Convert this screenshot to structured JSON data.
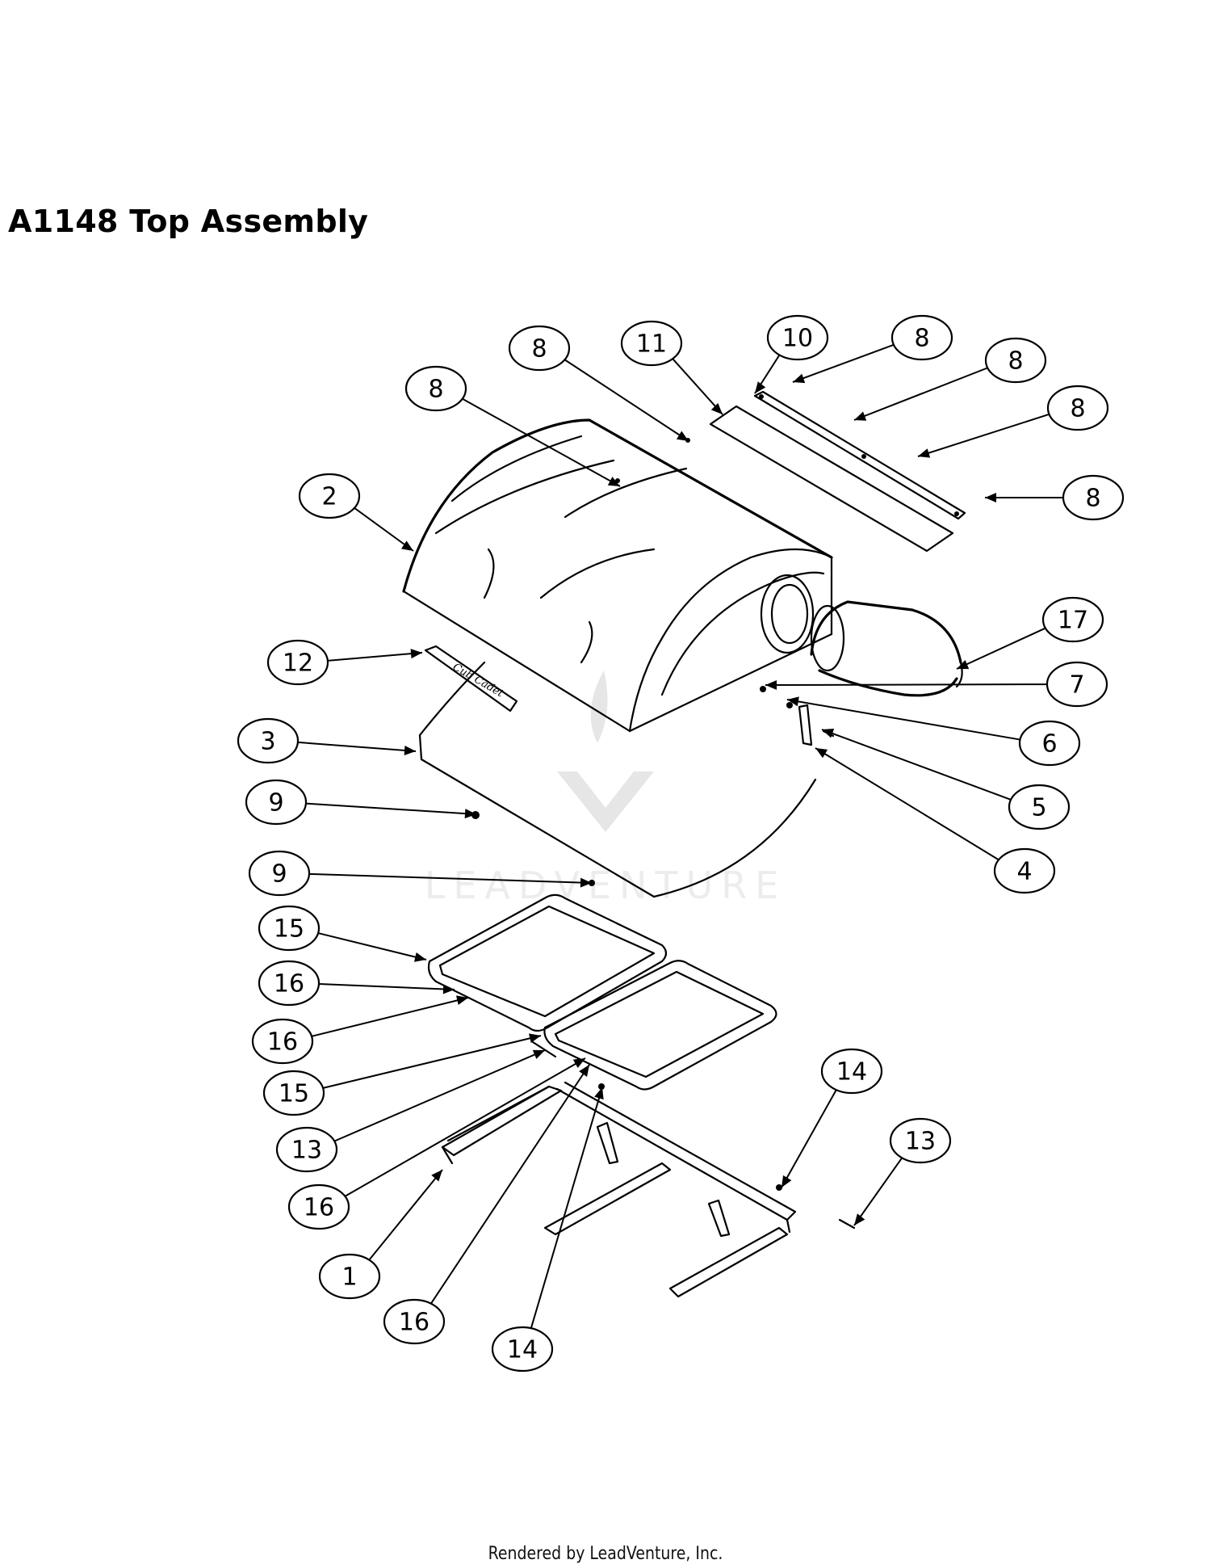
{
  "title": "A1148 Top Assembly",
  "footer": "Rendered by LeadVenture, Inc.",
  "watermark": "LEADVENTURE",
  "decal_text": "Cub Cadet",
  "callouts": [
    {
      "id": "c1",
      "label": "1"
    },
    {
      "id": "c2",
      "label": "2"
    },
    {
      "id": "c3",
      "label": "3"
    },
    {
      "id": "c4",
      "label": "4"
    },
    {
      "id": "c5",
      "label": "5"
    },
    {
      "id": "c6",
      "label": "6"
    },
    {
      "id": "c7",
      "label": "7"
    },
    {
      "id": "c8a",
      "label": "8"
    },
    {
      "id": "c8b",
      "label": "8"
    },
    {
      "id": "c8c",
      "label": "8"
    },
    {
      "id": "c8d",
      "label": "8"
    },
    {
      "id": "c8e",
      "label": "8"
    },
    {
      "id": "c8f",
      "label": "8"
    },
    {
      "id": "c9a",
      "label": "9"
    },
    {
      "id": "c9b",
      "label": "9"
    },
    {
      "id": "c10",
      "label": "10"
    },
    {
      "id": "c11",
      "label": "11"
    },
    {
      "id": "c12",
      "label": "12"
    },
    {
      "id": "c13a",
      "label": "13"
    },
    {
      "id": "c13b",
      "label": "13"
    },
    {
      "id": "c14a",
      "label": "14"
    },
    {
      "id": "c14b",
      "label": "14"
    },
    {
      "id": "c15a",
      "label": "15"
    },
    {
      "id": "c15b",
      "label": "15"
    },
    {
      "id": "c16a",
      "label": "16"
    },
    {
      "id": "c16b",
      "label": "16"
    },
    {
      "id": "c16c",
      "label": "16"
    },
    {
      "id": "c16d",
      "label": "16"
    },
    {
      "id": "c17",
      "label": "17"
    }
  ]
}
